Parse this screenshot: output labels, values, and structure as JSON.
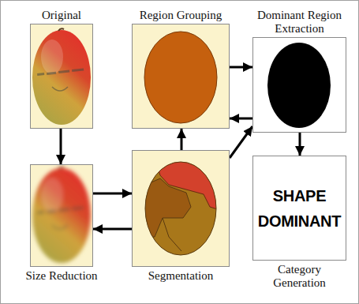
{
  "diagram": {
    "nodes": [
      {
        "text": [
          "Original"
        ]
      },
      {
        "text": [
          "Region Grouping"
        ]
      },
      {
        "text": [
          "Dominant Region Extraction"
        ]
      },
      {
        "text": [
          "Size Reduction"
        ]
      },
      {
        "text": [
          "Segmentation"
        ]
      },
      {
        "text": [
          "Category Generation",
          "SHAPE DOMINANT"
        ]
      }
    ],
    "edges": [
      {
        "from": 0,
        "to": 3,
        "arrow": "to"
      },
      {
        "from": 3,
        "to": 4,
        "arrow": "to"
      },
      {
        "from": 4,
        "to": 3,
        "arrow": "to"
      },
      {
        "from": 4,
        "to": 1,
        "arrow": "to"
      },
      {
        "from": 1,
        "to": 2,
        "arrow": "to"
      },
      {
        "from": 2,
        "to": 1,
        "arrow": "to"
      },
      {
        "from": 4,
        "to": 2,
        "arrow": "to"
      },
      {
        "from": 2,
        "to": 5,
        "arrow": "to"
      }
    ]
  }
}
